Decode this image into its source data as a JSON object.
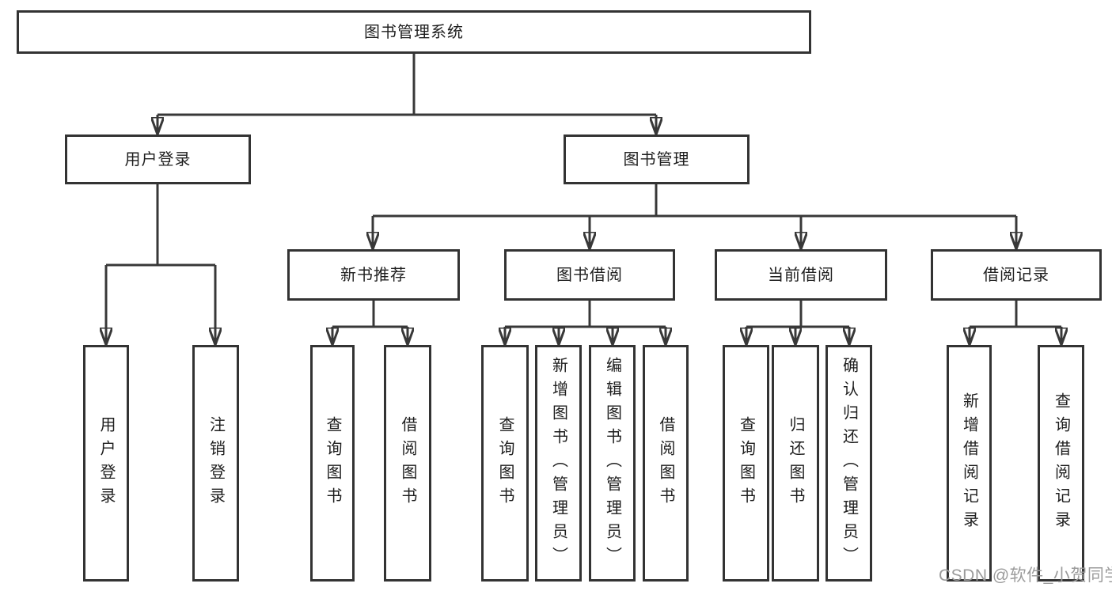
{
  "diagram": {
    "title": "图书管理系统",
    "level2": [
      "用户登录",
      "图书管理"
    ],
    "level3": [
      "新书推荐",
      "图书借阅",
      "当前借阅",
      "借阅记录"
    ],
    "leaves": [
      "用户登录",
      "注销登录",
      "查询图书",
      "借阅图书",
      "查询图书",
      "新增图书（管理员）",
      "编辑图书（管理员）",
      "借阅图书",
      "查询图书",
      "归还图书",
      "确认归还（管理员）",
      "新增借阅记录",
      "查询借阅记录"
    ]
  },
  "watermark": {
    "text": "CSDN @软件_小贺同学",
    "color": "#9b9b9b"
  },
  "colors": {
    "line": "#383838",
    "box_border": "#333333",
    "box_fill": "#ffffff",
    "text": "#1e1e1e",
    "background": "#ffffff"
  }
}
